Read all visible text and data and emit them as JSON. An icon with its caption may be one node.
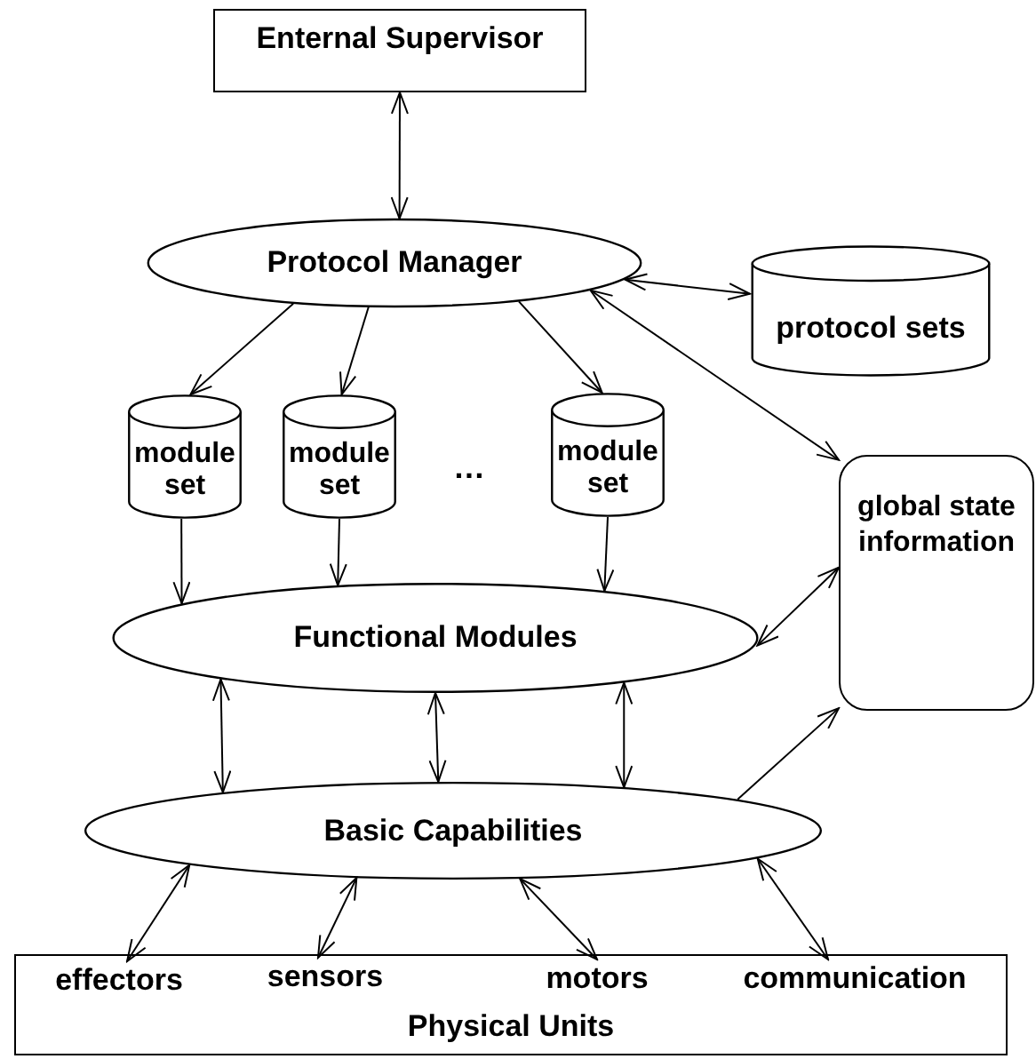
{
  "diagram": {
    "nodes": [
      {
        "text": [
          "Enternal Supervisor"
        ]
      },
      {
        "text": [
          "Protocol Manager"
        ]
      },
      {
        "text": [
          "protocol sets"
        ]
      },
      {
        "text": [
          "module set"
        ]
      },
      {
        "text": [
          "module set"
        ]
      },
      {
        "text": [
          "module set"
        ]
      },
      {
        "text": [
          "global state information"
        ]
      },
      {
        "text": [
          "Functional Modules"
        ]
      },
      {
        "text": [
          "Basic Capabilities"
        ]
      },
      {
        "text": [
          "Physical Units"
        ]
      },
      {
        "text": [
          "effectors"
        ],
        "in": 9
      },
      {
        "text": [
          "sensors"
        ],
        "in": 9
      },
      {
        "text": [
          "motors"
        ],
        "in": 9
      },
      {
        "text": [
          "communication"
        ],
        "in": 9
      }
    ],
    "edges": [
      {
        "from": 0,
        "to": 1,
        "arrow": "both"
      },
      {
        "from": 1,
        "to": 2,
        "arrow": "both"
      },
      {
        "from": 1,
        "to": 3,
        "arrow": "to"
      },
      {
        "from": 1,
        "to": 4,
        "arrow": "to"
      },
      {
        "from": 1,
        "to": 5,
        "arrow": "to"
      },
      {
        "from": 6,
        "to": 1,
        "arrow": "both"
      },
      {
        "from": 3,
        "to": 7,
        "arrow": "to"
      },
      {
        "from": 4,
        "to": 7,
        "arrow": "to"
      },
      {
        "from": 5,
        "to": 7,
        "arrow": "to"
      },
      {
        "from": 7,
        "to": 6,
        "arrow": "both"
      },
      {
        "from": 7,
        "to": 8,
        "arrow": "both"
      },
      {
        "from": 7,
        "to": 8,
        "arrow": "both"
      },
      {
        "from": 7,
        "to": 8,
        "arrow": "both"
      },
      {
        "from": 8,
        "to": 6,
        "arrow": "to"
      },
      {
        "from": 8,
        "to": 10,
        "arrow": "both"
      },
      {
        "from": 8,
        "to": 11,
        "arrow": "both"
      },
      {
        "from": 8,
        "to": 12,
        "arrow": "both"
      },
      {
        "from": 8,
        "to": 13,
        "arrow": "both"
      }
    ],
    "labels": [
      "…"
    ]
  }
}
